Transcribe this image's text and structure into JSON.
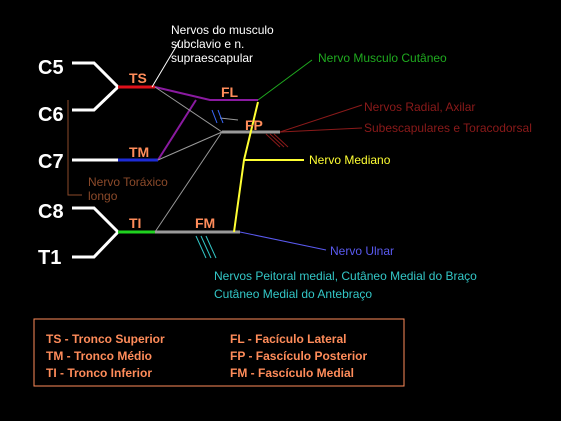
{
  "roots": [
    "C5",
    "C6",
    "C7",
    "C8",
    "T1"
  ],
  "trunks": {
    "ts": "TS",
    "tm": "TM",
    "ti": "TI"
  },
  "cords": {
    "fl": "FL",
    "fp": "FP",
    "fm": "FM"
  },
  "labels": {
    "subclavio_1": "Nervos do musculo",
    "subclavio_2": "subclavio e n.",
    "subclavio_3": "supraescapular",
    "musculo_cutaneo": "Nervo Musculo Cutâneo",
    "radial_axilar": "Nervos Radial, Axilar",
    "subescapulares": "Subescapulares e Toracodorsal",
    "mediano": "Nervo Mediano",
    "toracico_1": "Nervo Toráxico",
    "toracico_2": "longo",
    "ulnar": "Nervo Ulnar",
    "peitoral_1": "Nervos Peitoral medial, Cutâneo Medial do Braço",
    "peitoral_2": "Cutâneo Medial do Antebraço"
  },
  "legend": {
    "ts": "TS - Tronco Superior",
    "tm": "TM - Tronco Médio",
    "ti": "TI - Tronco Inferior",
    "fl": "FL - Facículo Lateral",
    "fp": "FP - Fascículo Posterior",
    "fm": "FM - Fascículo Medial"
  },
  "colors": {
    "background": "#000000",
    "root_lines": "#ffffff",
    "trunk_superior": "#e0101a",
    "trunk_medio": "#1d2bd6",
    "trunk_inferior": "#1fd21f",
    "lateral_link": "#8a1aa0",
    "posterior": "#9a9a9a",
    "medial": "#9a9a9a",
    "musculo_cutaneo": "#1faa1f",
    "radial": "#8b1a1a",
    "mediano": "#ffff33",
    "ulnar": "#5a5af0",
    "peitoral": "#33c7c7",
    "toracico": "#8b4a2a",
    "label_orange": "#ff8c5a",
    "legend_border": "#ff8c5a"
  }
}
